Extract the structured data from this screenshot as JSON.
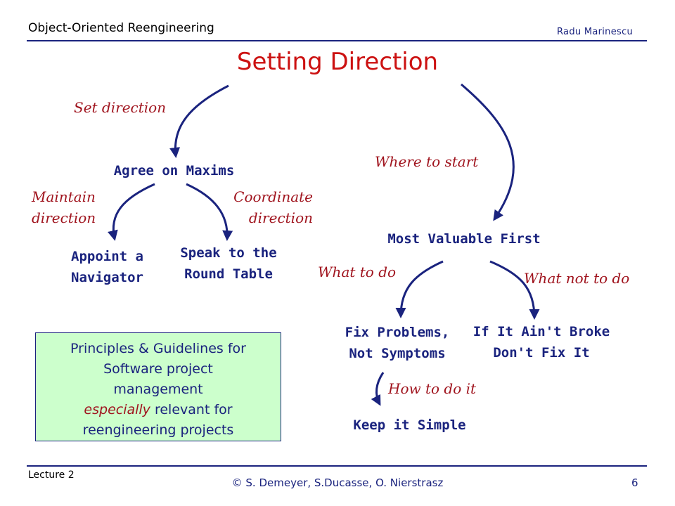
{
  "header": {
    "course": "Object-Oriented Reengineering",
    "author": "Radu Marinescu"
  },
  "title": "Setting Direction",
  "nodes": {
    "agree": "Agree on Maxims",
    "appoint_line1": "Appoint a",
    "appoint_line2": "Navigator",
    "speak_line1": "Speak to the",
    "speak_line2": "Round Table",
    "most_valuable": "Most Valuable First",
    "fix_line1": "Fix Problems,",
    "fix_line2": "Not Symptoms",
    "broke_line1": "If It Ain't Broke",
    "broke_line2": "Don't Fix It",
    "simple": "Keep it Simple"
  },
  "edge_labels": {
    "set_direction": "Set direction",
    "where_to_start": "Where to start",
    "maintain_line1": "Maintain",
    "maintain_line2": "direction",
    "coordinate_line1": "Coordinate",
    "coordinate_line2": "direction",
    "what_to_do": "What to do",
    "what_not_to_do": "What not to do",
    "how_to_do_it": "How to do it"
  },
  "note": {
    "line1": "Principles & Guidelines for",
    "line2": "Software project",
    "line3": "management",
    "line4_em": "especially",
    "line4_rest": " relevant for",
    "line5": "reengineering projects"
  },
  "footer": {
    "lecture": "Lecture 2",
    "copyright": "© S. Demeyer, S.Ducasse, O. Nierstrasz",
    "page": "6"
  },
  "colors": {
    "title": "#cc1111",
    "node_text": "#1a237e",
    "edge_label": "#a0141e",
    "arrow": "#1a237e",
    "note_bg": "#ccffcc"
  }
}
